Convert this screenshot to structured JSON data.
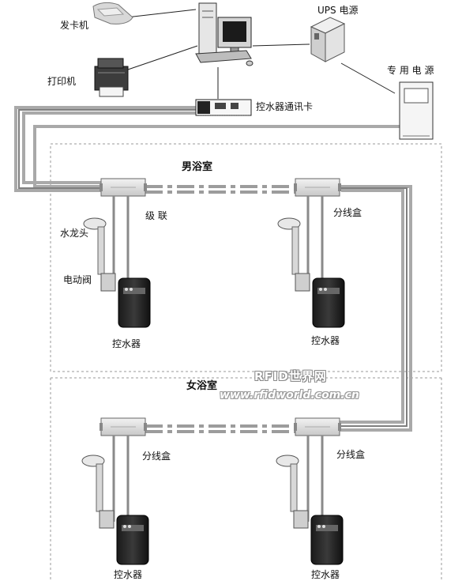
{
  "labels": {
    "card_issuer": "发卡机",
    "printer": "打印机",
    "ups": "UPS 电源",
    "dedicated_power": "专 用 电 源",
    "comm_card": "控水器通讯卡",
    "mens_room": "男浴室",
    "womens_room": "女浴室",
    "cascade": "级  联",
    "faucet": "水龙头",
    "solenoid_valve": "电动阀",
    "junction_box": "分线盒",
    "controller": "控水器"
  },
  "watermark": {
    "line1": "RFID世界网",
    "line2": "www.rfidworld.com.cn"
  }
}
